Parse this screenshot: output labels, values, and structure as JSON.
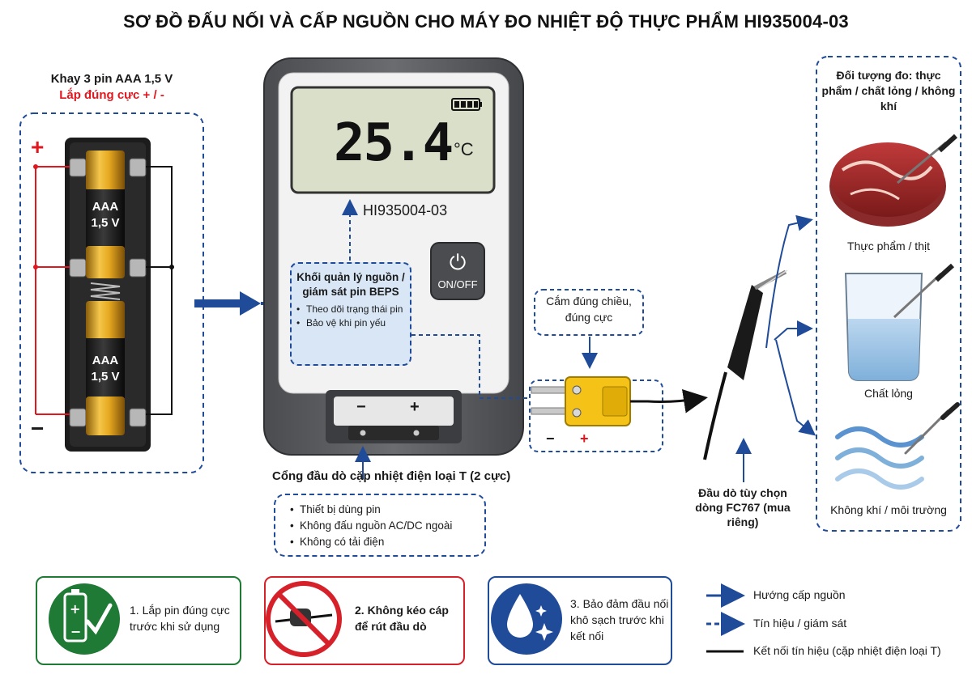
{
  "title": "SƠ ĐỒ ĐẤU NỐI VÀ CẤP NGUỒN CHO MÁY ĐO NHIỆT ĐỘ THỰC PHẨM HI935004-03",
  "battery_tray": {
    "heading": "Khay 3 pin AAA 1,5 V",
    "subheading": "Lắp đúng cực + / -",
    "plus": "+",
    "minus": "−",
    "cell_label_1": "AAA",
    "cell_label_2": "1,5 V"
  },
  "meter": {
    "reading": "25.4",
    "unit": "°C",
    "model": "HI935004-03",
    "power_label": "ON/OFF",
    "port_minus": "−",
    "port_plus": "+"
  },
  "beps": {
    "title": "Khối quản lý nguồn / giám sát pin BEPS",
    "bullets": [
      "Theo dõi trạng thái pin",
      "Bảo vệ khi pin yếu"
    ]
  },
  "port": {
    "label": "Cổng đầu dò cặp nhiệt điện loại T (2 cực)",
    "notes": [
      "Thiết bị dùng pin",
      "Không đấu nguồn AC/DC ngoài",
      "Không có tải điện"
    ]
  },
  "connector": {
    "note": "Cắm đúng chiều, đúng cực",
    "minus": "−",
    "plus": "+"
  },
  "probe": {
    "label": "Đầu dò tùy chọn dòng FC767 (mua riêng)"
  },
  "targets": {
    "heading": "Đối tượng đo: thực phẩm / chất lỏng / không khí",
    "items": [
      "Thực phẩm / thịt",
      "Chất lỏng",
      "Không khí / môi trường"
    ]
  },
  "cards": [
    {
      "text": "1. Lắp pin đúng cực trước khi sử dụng",
      "color": "#1e7a34"
    },
    {
      "text": "2. Không kéo cáp để rút đầu dò",
      "color": "#d6202a"
    },
    {
      "text": "3. Bảo đảm đầu nối khô sạch trước khi kết nối",
      "color": "#1f4b99"
    }
  ],
  "legend": [
    {
      "label": "Hướng cấp nguồn",
      "style": "solid-arrow"
    },
    {
      "label": "Tín hiệu / giám sát",
      "style": "dashed-arrow"
    },
    {
      "label": "Kết nối tín hiệu (cặp nhiệt điện loại T)",
      "style": "black-line"
    }
  ],
  "colors": {
    "accent_blue": "#1f4b99",
    "red": "#e0171f",
    "green": "#1e7a34",
    "lcd": "#d9dfc9",
    "case": "#5b5d61",
    "connector": "#f5c218"
  }
}
